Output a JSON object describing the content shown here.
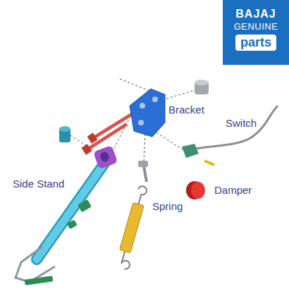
{
  "diagram": {
    "nodes": [
      {
        "text": [
          "BAJAJ",
          "GENUINE"
        ]
      },
      {
        "text": [
          "parts"
        ],
        "in": 0
      }
    ],
    "labels": [
      "Bracket",
      "Switch",
      "Side Stand",
      "Spring",
      "Damper"
    ]
  }
}
